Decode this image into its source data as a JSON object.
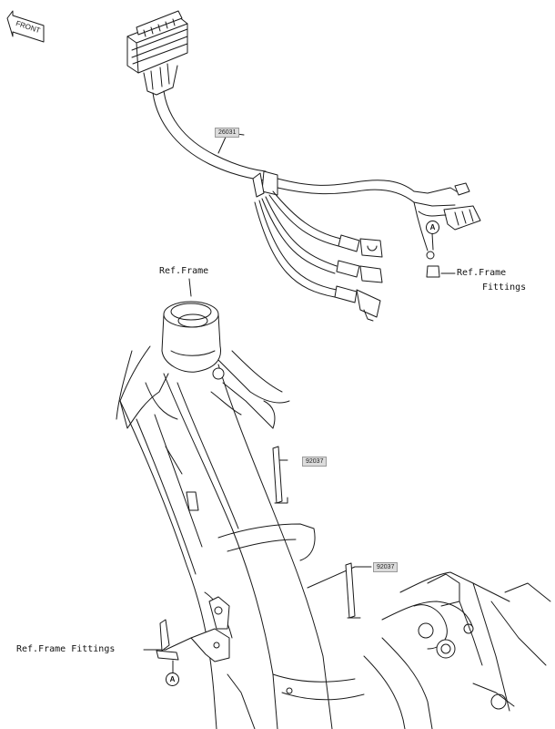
{
  "front_badge": "FRONT",
  "labels": {
    "ref_frame": "Ref.Frame",
    "ref_frame_fittings_line1": "Ref.Frame",
    "ref_frame_fittings_line2": "Fittings",
    "ref_frame_fittings_lower": "Ref.Frame Fittings"
  },
  "parts": {
    "harness": "26031",
    "band_upper": "92037",
    "band_lower": "92037"
  },
  "callouts": {
    "upper": "A",
    "lower": "A"
  },
  "colors": {
    "line": "#1a1a1a",
    "fill": "#ffffff",
    "tag_bg": "#dcdcdc"
  }
}
